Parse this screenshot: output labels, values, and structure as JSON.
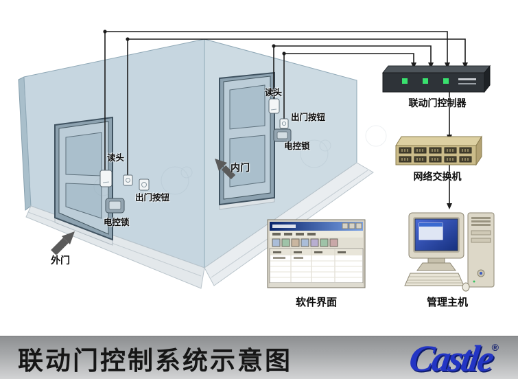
{
  "banner": {
    "title": "联动门控制系统示意图",
    "logo_text": "Castle",
    "registered_mark": "®"
  },
  "outer_door": {
    "door_label": "外门",
    "reader_label": "读头",
    "exit_button_label": "出门按钮",
    "lock_label": "电控锁"
  },
  "inner_door": {
    "door_label": "内门",
    "reader_label": "读头",
    "exit_button_label": "出门按钮",
    "lock_label": "电控锁"
  },
  "equipment": {
    "controller_label": "联动门控制器",
    "switch_label": "网络交换机",
    "software_label": "软件界面",
    "host_label": "管理主机"
  },
  "colors": {
    "wall_left": "#c6d6e0",
    "wall_right": "#cddbe3",
    "logo_blue": "#2335c4",
    "led_green": "#39e16e",
    "wire_black": "#1c1c1c"
  }
}
